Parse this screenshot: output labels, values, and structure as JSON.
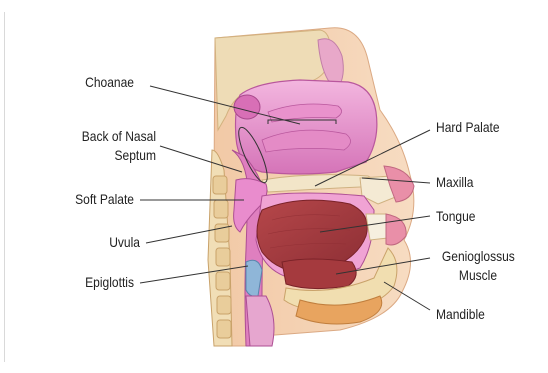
{
  "labels": {
    "choanae": "Choanae",
    "back_nasal_septum_1": "Back of Nasal",
    "back_nasal_septum_2": "Septum",
    "soft_palate": "Soft Palate",
    "uvula": "Uvula",
    "epiglottis": "Epiglottis",
    "hard_palate": "Hard Palate",
    "maxilla": "Maxilla",
    "tongue": "Tongue",
    "genioglossus_1": "Genioglossus",
    "genioglossus_2": "Muscle",
    "mandible": "Mandible"
  },
  "colors": {
    "tissue_pink": "#d86fb6",
    "tissue_light": "#f0a9d8",
    "tongue_red": "#a63a3f",
    "bone_tan": "#e9d6ad",
    "skin_peach": "#f3c6a2",
    "muscle_orange": "#e09a52",
    "leader_line": "#333333"
  }
}
